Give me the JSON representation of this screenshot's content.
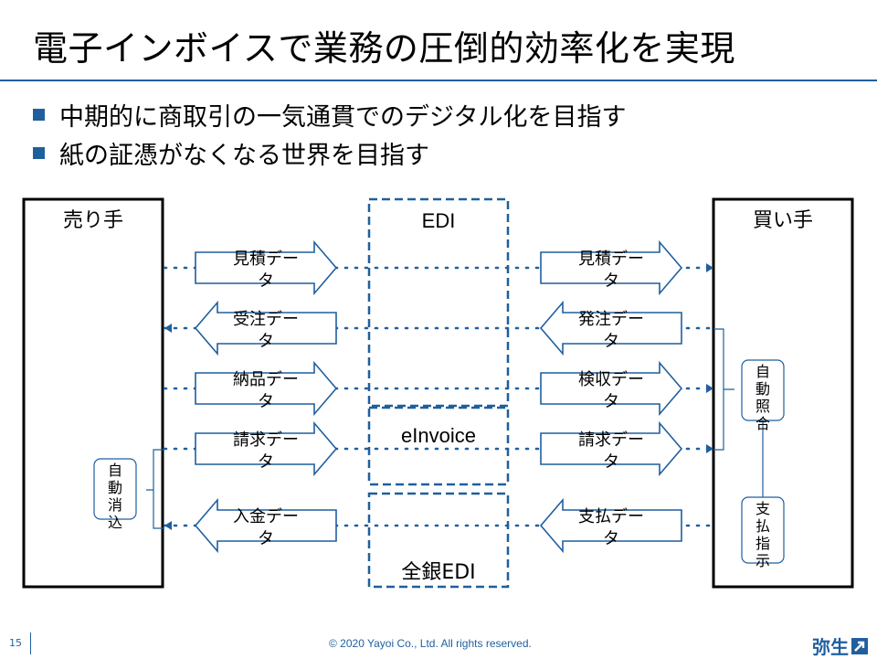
{
  "title": "電子インボイスで業務の圧倒的効率化を実現",
  "bullets": [
    "中期的に商取引の一気通貫でのデジタル化を目指す",
    "紙の証憑がなくなる世界を目指す"
  ],
  "diagram": {
    "seller": "売り手",
    "buyer": "買い手",
    "networks": [
      "EDI",
      "eInvoice",
      "全銀EDI"
    ],
    "seller_side": [
      {
        "label": "見積データ",
        "direction": "right"
      },
      {
        "label": "受注データ",
        "direction": "left"
      },
      {
        "label": "納品データ",
        "direction": "right"
      },
      {
        "label": "請求データ",
        "direction": "right"
      },
      {
        "label": "入金データ",
        "direction": "left"
      }
    ],
    "buyer_side": [
      {
        "label": "見積データ",
        "direction": "right"
      },
      {
        "label": "発注データ",
        "direction": "left"
      },
      {
        "label": "検収データ",
        "direction": "right"
      },
      {
        "label": "請求データ",
        "direction": "right"
      },
      {
        "label": "支払データ",
        "direction": "left"
      }
    ],
    "seller_auto": "自動消込",
    "buyer_auto_match": "自動照合",
    "buyer_payment": "支払指示"
  },
  "colors": {
    "accent": "#1f5f9e"
  },
  "footer": {
    "page": "15",
    "copyright": "© 2020 Yayoi Co., Ltd.  All rights reserved.",
    "logo": "弥生"
  }
}
